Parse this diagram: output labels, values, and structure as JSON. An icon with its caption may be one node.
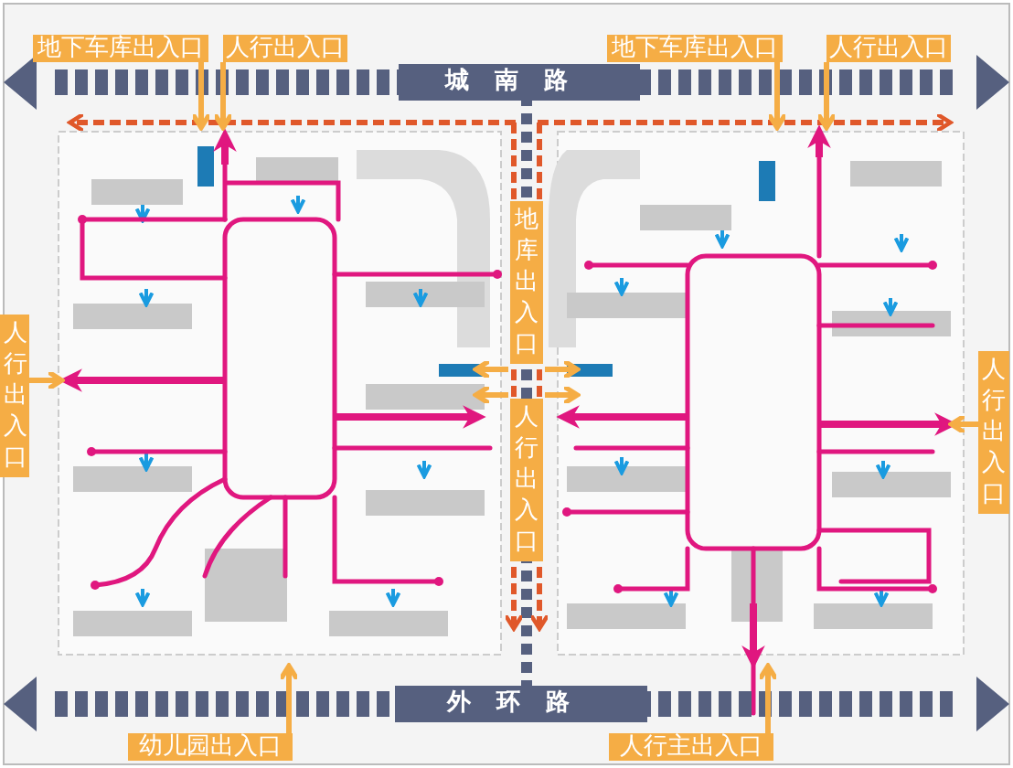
{
  "diagram": {
    "labels": [
      "地下车库出入口",
      "人行出入口",
      "地下车库出入口",
      "人行出入口",
      "城南路",
      "地库出入口",
      "人行出入口",
      "人行出入口",
      "人行出入口",
      "外环路",
      "幼儿园出入口",
      "人行主出入口"
    ]
  }
}
